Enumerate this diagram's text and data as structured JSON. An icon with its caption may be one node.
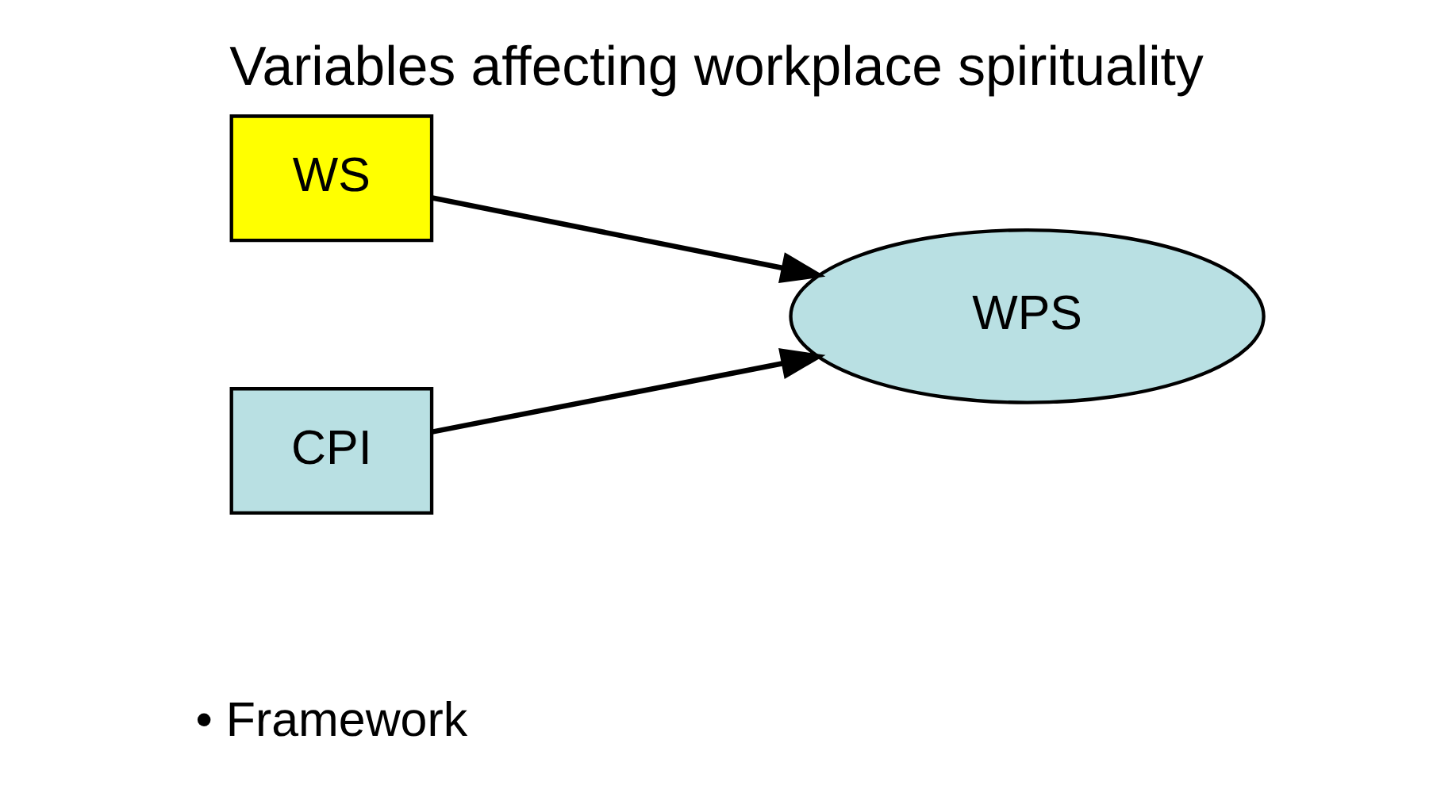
{
  "diagram": {
    "title": "Variables affecting workplace spirituality",
    "nodes": [
      {
        "text": [
          "WS"
        ]
      },
      {
        "text": [
          "WPS"
        ]
      },
      {
        "text": [
          "CPI"
        ]
      }
    ],
    "edges": [
      {
        "from": 0,
        "to": 1,
        "arrow": "to"
      },
      {
        "from": 2,
        "to": 1,
        "arrow": "to"
      }
    ],
    "labels": [
      "• Framework"
    ]
  }
}
